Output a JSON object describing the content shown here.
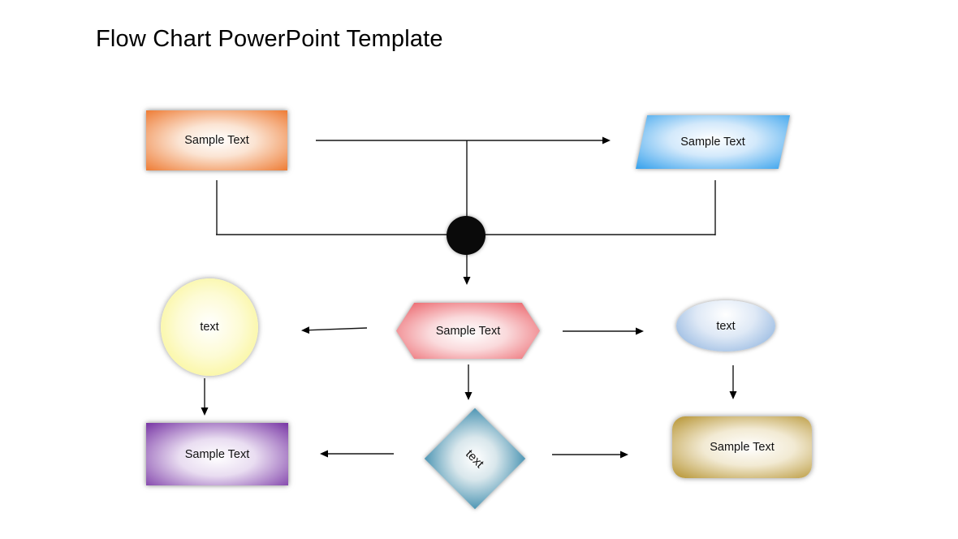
{
  "slide": {
    "title": "Flow Chart PowerPoint Template"
  },
  "nodes": {
    "top_left_rect": {
      "label": "Sample Text",
      "shape": "rectangle",
      "fill": "#EE7C35"
    },
    "top_right_parallelogram": {
      "label": "Sample Text",
      "shape": "parallelogram",
      "fill": "#33A0EC"
    },
    "junction_dot": {
      "shape": "filled-circle",
      "fill": "#0A0A0A"
    },
    "center_hexagon": {
      "label": "Sample Text",
      "shape": "hexagon",
      "fill": "#EA575E"
    },
    "left_circle": {
      "label": "text",
      "shape": "circle",
      "fill": "#F8F37F"
    },
    "right_ellipse": {
      "label": "text",
      "shape": "ellipse",
      "fill": "#82ABDB"
    },
    "bottom_left_rect": {
      "label": "Sample Text",
      "shape": "rectangle",
      "fill": "#7734A4"
    },
    "bottom_diamond": {
      "label": "text",
      "shape": "diamond",
      "fill": "#4E96B4"
    },
    "bottom_right_rounded_rect": {
      "label": "Sample Text",
      "shape": "rounded-rectangle",
      "fill": "#B5922F"
    }
  },
  "connectors": {
    "color": "#161616",
    "arrowhead": "black-triangle"
  }
}
